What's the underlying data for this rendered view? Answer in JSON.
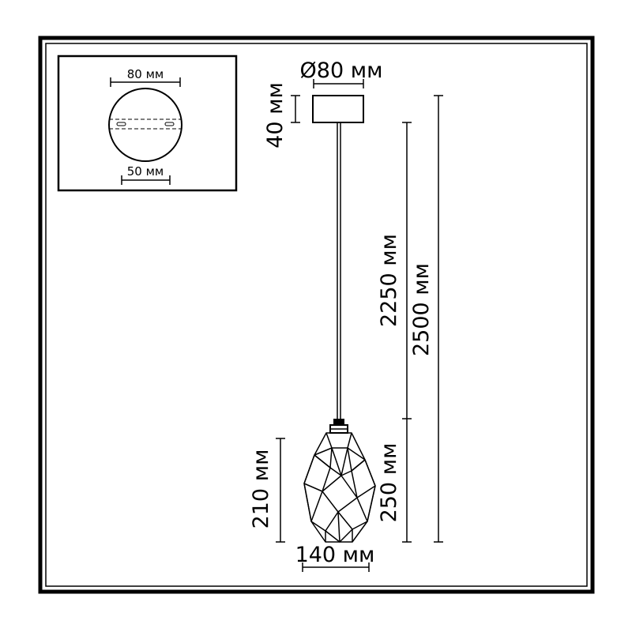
{
  "inset": {
    "top_width_label": "80 мм",
    "bottom_width_label": "50 мм"
  },
  "canopy": {
    "diameter_label": "Ø80 мм",
    "height_label": "40 мм"
  },
  "lengths": {
    "cable_label": "2250 мм",
    "total_label": "2500 мм",
    "lower_label": "250 мм"
  },
  "shade": {
    "height_label": "210 мм",
    "width_label": "140 мм"
  }
}
